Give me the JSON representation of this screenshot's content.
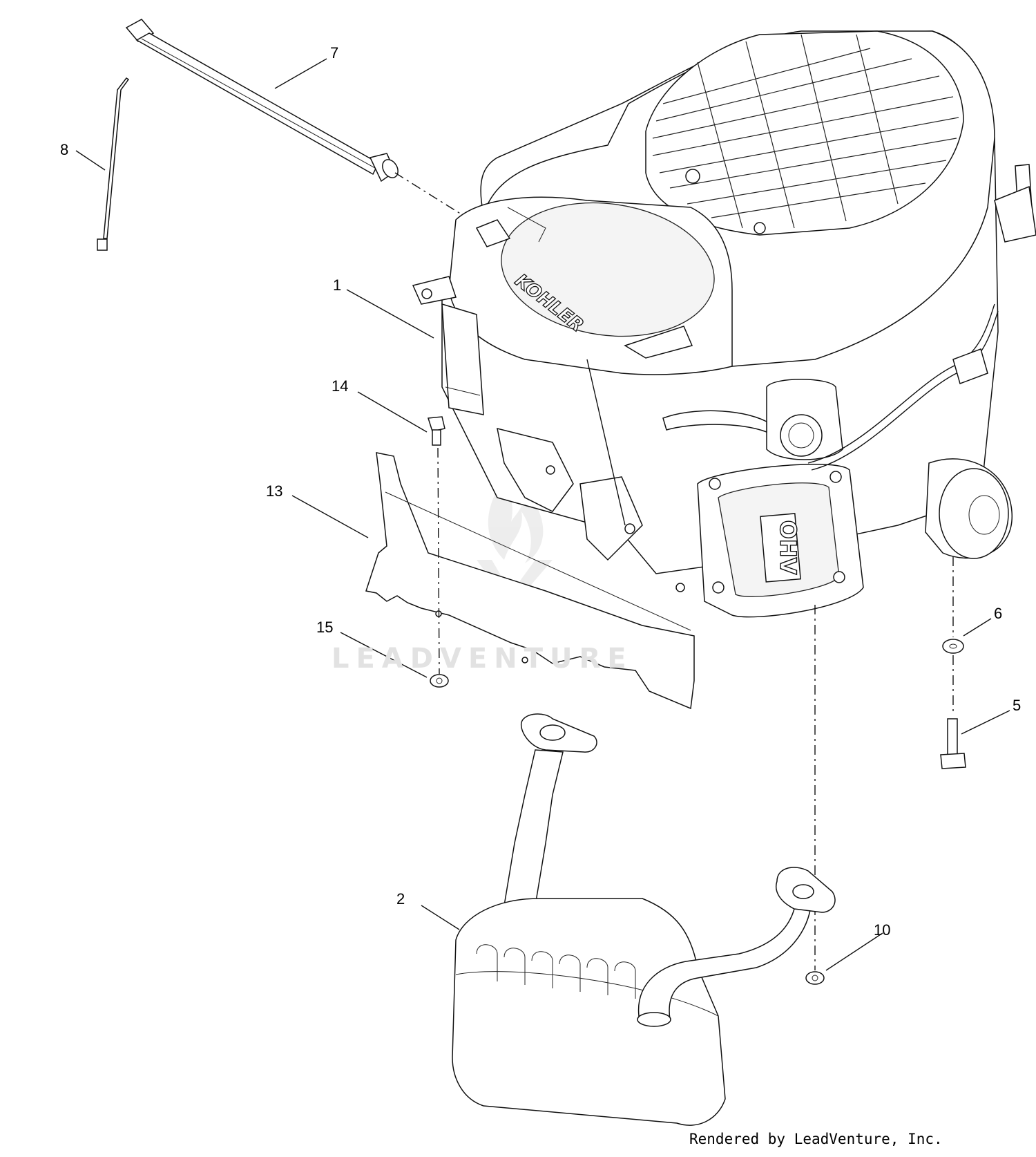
{
  "diagram": {
    "callouts": [
      {
        "id": "c1",
        "label": "1"
      },
      {
        "id": "c2",
        "label": "2"
      },
      {
        "id": "c5",
        "label": "5"
      },
      {
        "id": "c6",
        "label": "6"
      },
      {
        "id": "c7",
        "label": "7"
      },
      {
        "id": "c8",
        "label": "8"
      },
      {
        "id": "c10",
        "label": "10"
      },
      {
        "id": "c13",
        "label": "13"
      },
      {
        "id": "c14",
        "label": "14"
      },
      {
        "id": "c15",
        "label": "15"
      }
    ],
    "engine_brand": "KOHLER",
    "valve_cover_text": "OHV",
    "watermark": "LEADVENTURE",
    "footer": "Rendered by LeadVenture, Inc."
  }
}
